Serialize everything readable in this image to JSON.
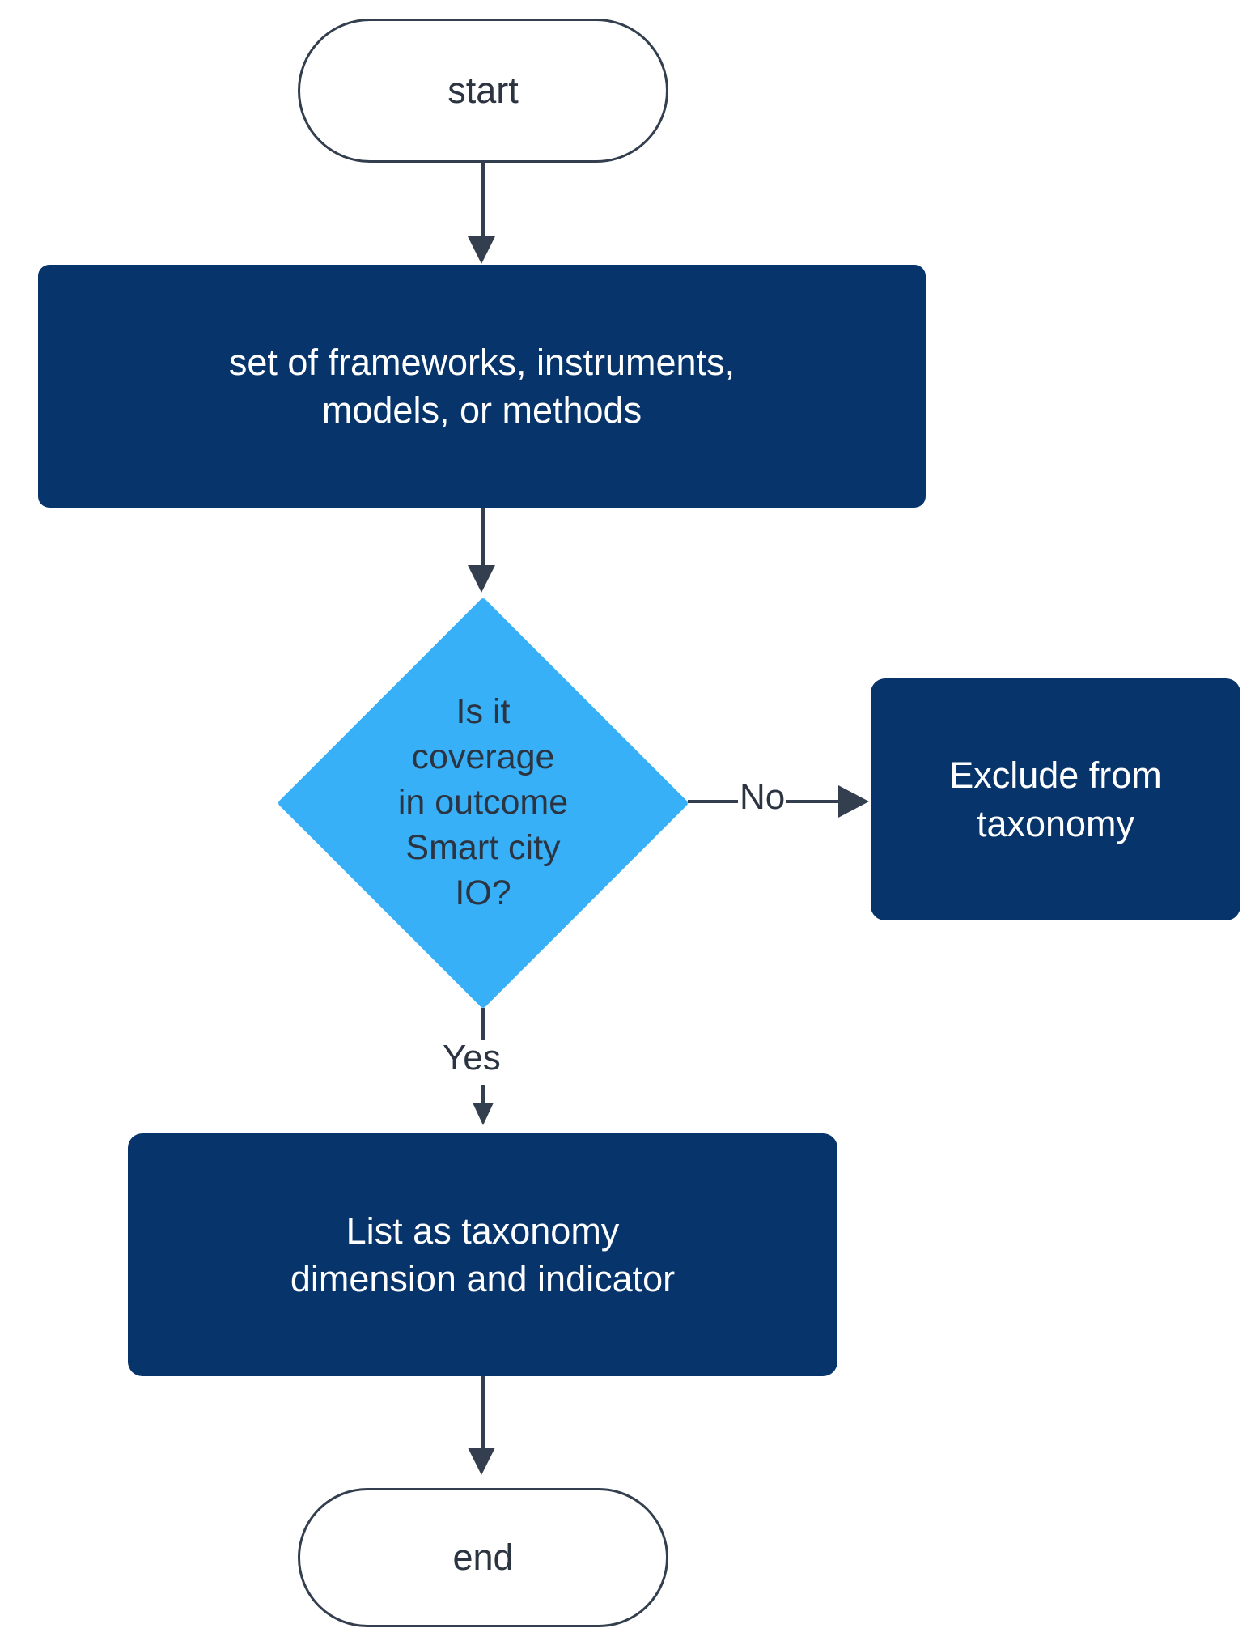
{
  "diagram": {
    "type": "flowchart",
    "orientation": "top-to-bottom",
    "colors": {
      "process_fill": "#07346b",
      "process_text": "#ffffff",
      "decision_fill": "#38b0f7",
      "decision_text": "#2b3440",
      "terminator_fill": "#ffffff",
      "terminator_border": "#333f4e",
      "connector": "#333f4e",
      "background": "#ffffff"
    },
    "nodes": {
      "start": {
        "label": "start",
        "shape": "stadium"
      },
      "input_set": {
        "label": "set of frameworks, instruments,\nmodels, or methods",
        "shape": "rounded-rect"
      },
      "decision": {
        "label": "Is it\ncoverage\nin outcome\nSmart city\nIO?",
        "shape": "diamond"
      },
      "exclude": {
        "label": "Exclude from\ntaxonomy",
        "shape": "rounded-rect"
      },
      "list": {
        "label": "List as taxonomy\ndimension and indicator",
        "shape": "rounded-rect"
      },
      "end": {
        "label": "end",
        "shape": "stadium"
      }
    },
    "edges": {
      "start_to_input": {
        "label": ""
      },
      "input_to_decision": {
        "label": ""
      },
      "decision_to_exclude": {
        "label": "No"
      },
      "decision_to_list": {
        "label": "Yes"
      },
      "list_to_end": {
        "label": ""
      }
    }
  }
}
